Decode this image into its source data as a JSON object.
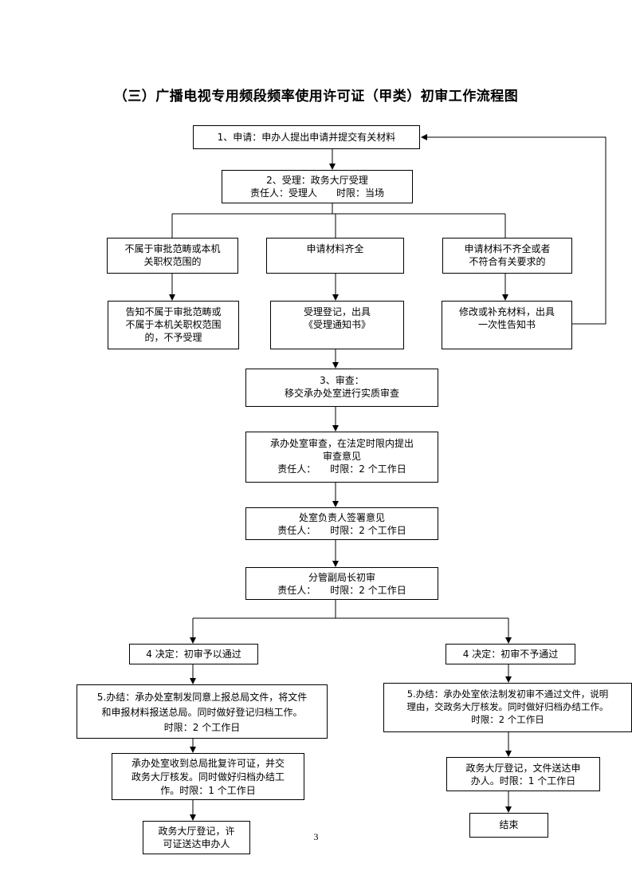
{
  "title": "（三）广播电视专用频段频率使用许可证（甲类）初审工作流程图",
  "page_number": "3",
  "nodes": {
    "apply": [
      "1、申请：申办人提出申请并提交有关材料"
    ],
    "accept": [
      "2、受理：政务大厅受理",
      "责任人：受理人　　时限：当场"
    ],
    "out_of_scope": [
      "不属于审批范畴或本机",
      "关职权范围的"
    ],
    "complete": [
      "申请材料齐全"
    ],
    "incomplete": [
      "申请材料不齐全或者",
      "不符合有关要求的"
    ],
    "notify_reject": [
      "告知不属于审批范畴或",
      "不属于本机关职权范围",
      "的，不予受理"
    ],
    "register": [
      "受理登记，出具",
      "《受理通知书》"
    ],
    "supplement": [
      "修改或补充材料，出具",
      "一次性告知书"
    ],
    "review": [
      "3、审查：",
      "移交承办处室进行实质审查"
    ],
    "dept_review": [
      "承办处室审查，在法定时限内提出",
      "审查意见",
      "责任人：　　时限：2 个工作日"
    ],
    "head_sign": [
      "处室负责人签署意见",
      "责任人：　　时限：2 个工作日"
    ],
    "deputy_review": [
      "分管副局长初审",
      "责任人：　　时限：2 个工作日"
    ],
    "decision_pass": [
      "4 决定：初审予以通过"
    ],
    "decision_fail": [
      "4 决定：初审不予通过"
    ],
    "conclude_pass": [
      "5.办结：承办处室制发同意上报总局文件，将文件",
      "和申报材料报送总局。同时做好登记归档工作。",
      "时限：2 个工作日"
    ],
    "conclude_fail": [
      "5.办结：承办处室依法制发初审不通过文件，说明",
      "理由，交政务大厅核发。同时做好归档办结工作。",
      "时限：2 个工作日"
    ],
    "receive_approval": [
      "承办处室收到总局批复许可证，并交",
      "政务大厅核发。同时做好归档办结工",
      "作。时限：1 个工作日"
    ],
    "hall_register_fail": [
      "政务大厅登记，文件送达申",
      "办人。时限：1 个工作日"
    ],
    "hall_register_pass": [
      "政务大厅登记，许",
      "可证送达申办人"
    ],
    "end": [
      "结束"
    ]
  }
}
